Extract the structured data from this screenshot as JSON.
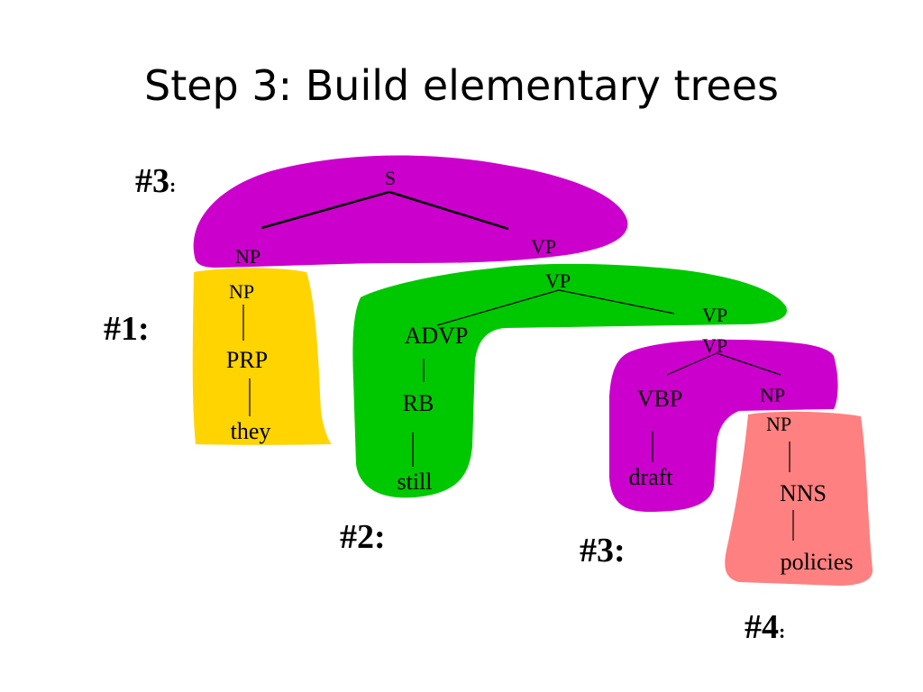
{
  "slide": {
    "title": "Step 3: Build elementary trees"
  },
  "colors": {
    "purple": "#cc00cc",
    "yellow": "#ffd400",
    "green": "#00c800",
    "pink": "#ff8080"
  },
  "labels": {
    "top_main": "#3",
    "top_colon": ":",
    "one": "#1:",
    "two": "#2:",
    "three": "#3:",
    "four_main": "#4",
    "four_colon": ":"
  },
  "tree_s": {
    "root": "S",
    "left": "NP",
    "right": "VP"
  },
  "tree_they": {
    "np": "NP",
    "prp": "PRP",
    "word": "they"
  },
  "tree_still": {
    "vp_root": "VP",
    "advp": "ADVP",
    "vp_foot": "VP",
    "rb": "RB",
    "word": "still"
  },
  "tree_draft": {
    "vp_root": "VP",
    "vbp": "VBP",
    "np": "NP",
    "word": "draft"
  },
  "tree_policies": {
    "np": "NP",
    "nns": "NNS",
    "word": "policies"
  }
}
